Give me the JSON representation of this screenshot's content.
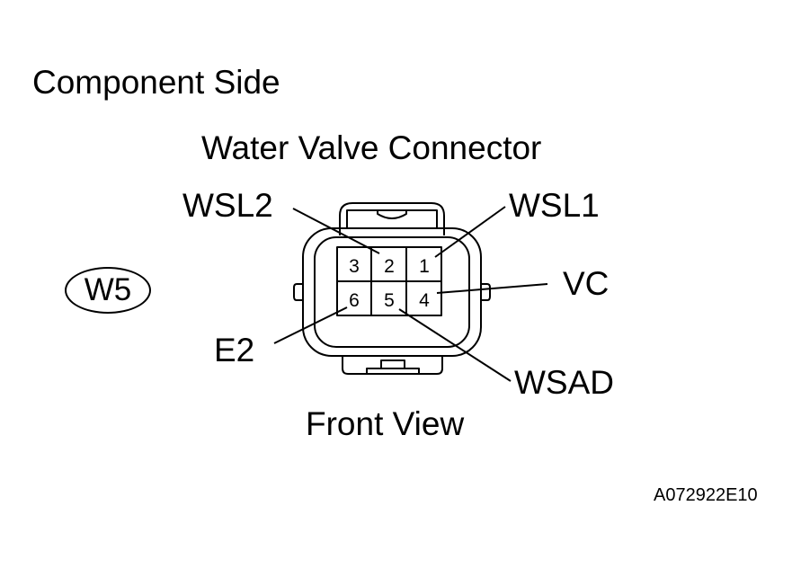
{
  "header": {
    "component_side": "Component Side",
    "connector_name": "Water Valve Connector"
  },
  "badge": {
    "code": "W5"
  },
  "pins": [
    {
      "number": "3"
    },
    {
      "number": "2"
    },
    {
      "number": "1"
    },
    {
      "number": "6"
    },
    {
      "number": "5"
    },
    {
      "number": "4"
    }
  ],
  "labels": {
    "wsl2": "WSL2",
    "wsl1": "WSL1",
    "vc": "VC",
    "e2": "E2",
    "wsad": "WSAD"
  },
  "footer": {
    "view": "Front View",
    "figure_code": "A072922E10"
  }
}
